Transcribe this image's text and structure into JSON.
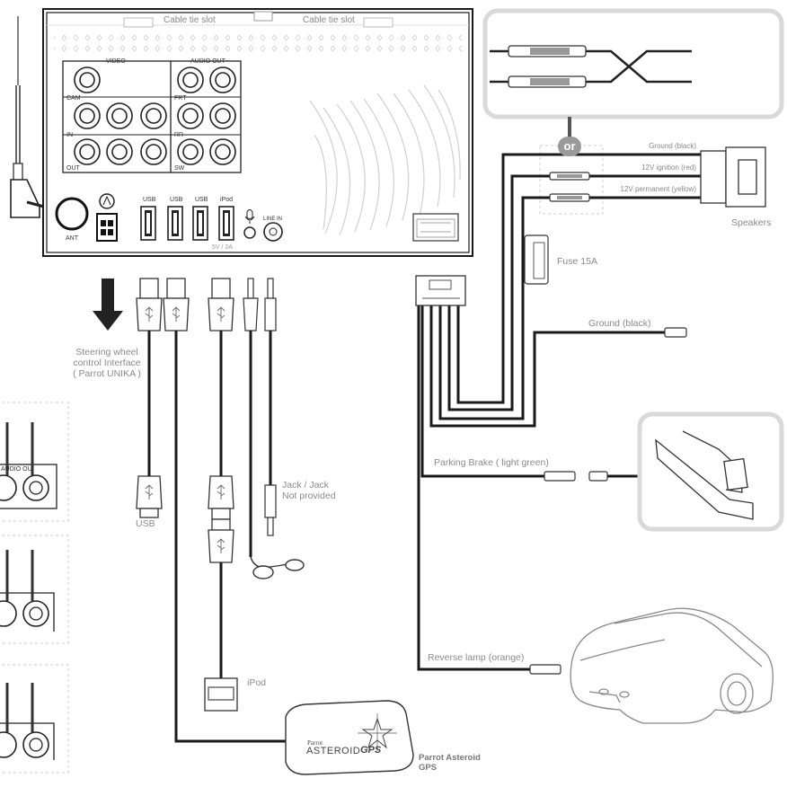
{
  "unit": {
    "top_slot_left": "Cable tie slot",
    "top_slot_right": "Cable tie slot",
    "video": "VIDEO",
    "audio_out": "AUDIO OUT",
    "cam": "CAM",
    "in": "IN",
    "out": "OUT",
    "frt": "FRT",
    "rr": "RR",
    "sw": "SW",
    "ant": "ANT",
    "usb1": "USB",
    "usb2": "USB",
    "usb3": "USB",
    "ipod": "iPod",
    "line_in": "LINE IN",
    "power_rating": "5V / 2A"
  },
  "labels": {
    "steering": "Steering wheel\ncontrol Interface\n( Parrot UNIKA )",
    "usb": "USB",
    "jack": "Jack / Jack\nNot provided",
    "ipod": "iPod",
    "or": "or",
    "ground_black_top": "Ground (black)",
    "ignition": "12V ignition (red)",
    "permanent": "12V permanent (yellow)",
    "speakers": "Speakers",
    "fuse": "Fuse 15A",
    "ground_black": "Ground (black)",
    "parking_brake": "Parking Brake ( light green)",
    "reverse_lamp": "Reverse lamp (orange)",
    "gps_caption": "Parrot Asteroid\nGPS",
    "audio_out_left": "AUDIO OU"
  },
  "gps": {
    "brand_small": "Parrot",
    "brand_large": "ASTEROID",
    "brand_suffix": "GPS"
  },
  "colors": {
    "cable": "#1a1a1a",
    "panel_stroke": "#222222",
    "light_gray": "#d9d9d9",
    "label_gray": "#8a8a8a"
  }
}
